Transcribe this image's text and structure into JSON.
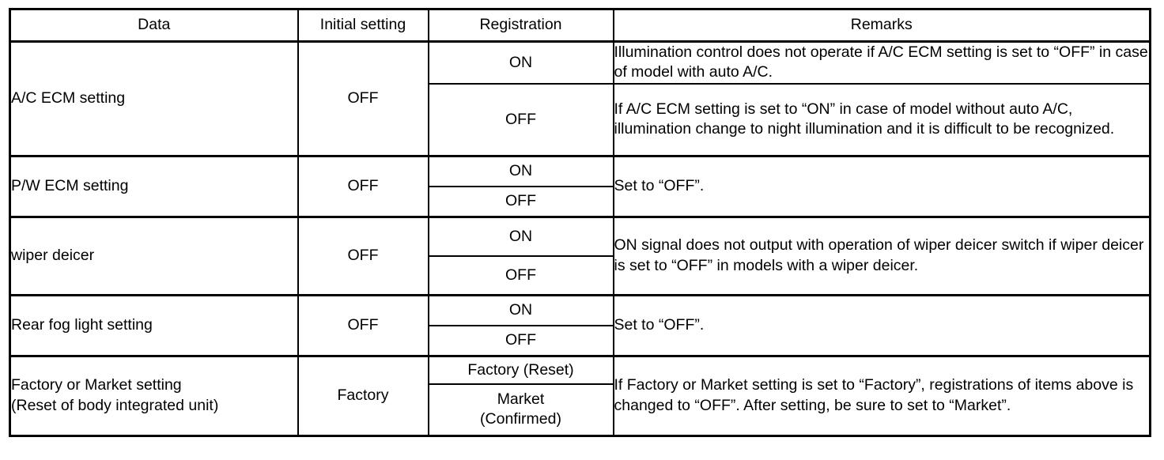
{
  "table": {
    "headers": {
      "data": "Data",
      "initial_setting": "Initial setting",
      "registration": "Registration",
      "remarks": "Remarks"
    },
    "rows": [
      {
        "data": "A/C ECM setting",
        "initial_setting": "OFF",
        "entries": [
          {
            "registration": "ON",
            "remarks": "Illumination control does not operate if A/C ECM setting is set to “OFF” in case of model with auto A/C."
          },
          {
            "registration": "OFF",
            "remarks": "If A/C ECM setting is set to “ON” in case of model without auto A/C, illumination change to night illumination and it is difficult to be recognized."
          }
        ]
      },
      {
        "data": "P/W ECM setting",
        "initial_setting": "OFF",
        "entries": [
          {
            "registration": "ON"
          },
          {
            "registration": "OFF"
          }
        ],
        "remarks_merged": "Set to “OFF”."
      },
      {
        "data": "wiper deicer",
        "initial_setting": "OFF",
        "entries": [
          {
            "registration": "ON"
          },
          {
            "registration": "OFF"
          }
        ],
        "remarks_merged": "ON signal does not output with operation of wiper deicer switch if wiper deicer is set to “OFF” in models with a wiper deicer."
      },
      {
        "data": "Rear fog light setting",
        "initial_setting": "OFF",
        "entries": [
          {
            "registration": "ON"
          },
          {
            "registration": "OFF"
          }
        ],
        "remarks_merged": "Set to “OFF”."
      },
      {
        "data_line1": "Factory or Market setting",
        "data_line2": "(Reset of body integrated unit)",
        "initial_setting": "Factory",
        "entries": [
          {
            "registration": "Factory (Reset)"
          },
          {
            "registration_line1": "Market",
            "registration_line2": "(Confirmed)"
          }
        ],
        "remarks_merged": "If Factory or Market setting is set to “Factory”, registrations of items above is changed to “OFF”. After setting, be sure to set to “Market”."
      }
    ]
  }
}
